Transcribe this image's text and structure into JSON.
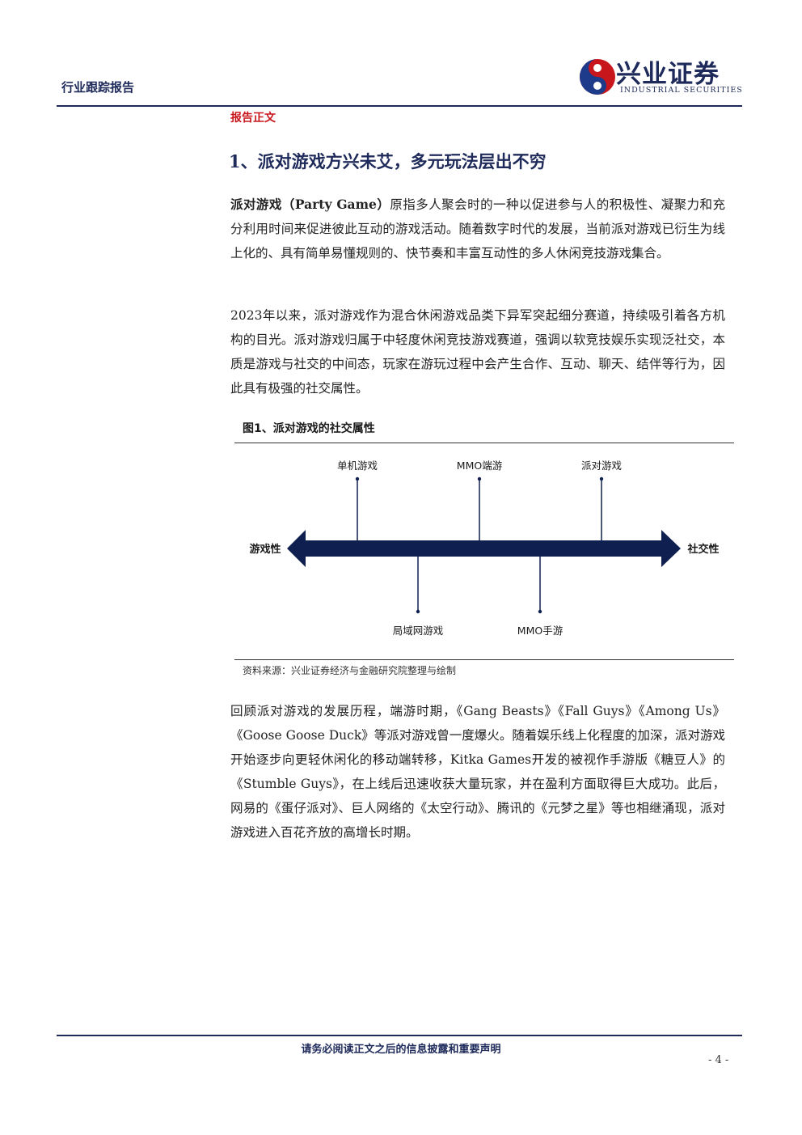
{
  "header": {
    "left_label": "行业跟踪报告",
    "logo_cn": "兴业证券",
    "logo_en": "INDUSTRIAL SECURITIES"
  },
  "section_tag": "报告正文",
  "heading": "1、派对游戏方兴未艾，多元玩法层出不穷",
  "para1": {
    "term": "派对游戏（Party Game）",
    "text": "原指多人聚会时的一种以促进参与人的积极性、凝聚力和充分利用时间来促进彼此互动的游戏活动。随着数字时代的发展，当前派对游戏已衍生为线上化的、具有简单易懂规则的、快节奏和丰富互动性的多人休闲竞技游戏集合。"
  },
  "para2": "2023年以来，派对游戏作为混合休闲游戏品类下异军突起细分赛道，持续吸引着各方机构的目光。派对游戏归属于中轻度休闲竞技游戏赛道，强调以软竞技娱乐实现泛社交，本质是游戏与社交的中间态，玩家在游玩过程中会产生合作、互动、聊天、结伴等行为，因此具有极强的社交属性。",
  "figure": {
    "title": "图1、派对游戏的社交属性",
    "source": "资料来源：兴业证券经济与金融研究院整理与绘制",
    "axis_left": "游戏性",
    "axis_right": "社交性",
    "top_labels": [
      "单机游戏",
      "MMO端游",
      "派对游戏"
    ],
    "bottom_labels": [
      "局域网游戏",
      "MMO手游"
    ],
    "colors": {
      "arrow": "#0f1f4f"
    }
  },
  "para3": "回顾派对游戏的发展历程，端游时期，《Gang Beasts》《Fall Guys》《Among Us》《Goose Goose Duck》等派对游戏曾一度爆火。随着娱乐线上化程度的加深，派对游戏开始逐步向更轻休闲化的移动端转移，Kitka Games开发的被视作手游版《糖豆人》的《Stumble Guys》，在上线后迅速收获大量玩家，并在盈利方面取得巨大成功。此后，网易的《蛋仔派对》、巨人网络的《太空行动》、腾讯的《元梦之星》等也相继涌现，派对游戏进入百花齐放的高增长时期。",
  "footer": {
    "disclaimer": "请务必阅读正文之后的信息披露和重要声明",
    "page": "- 4 -"
  }
}
